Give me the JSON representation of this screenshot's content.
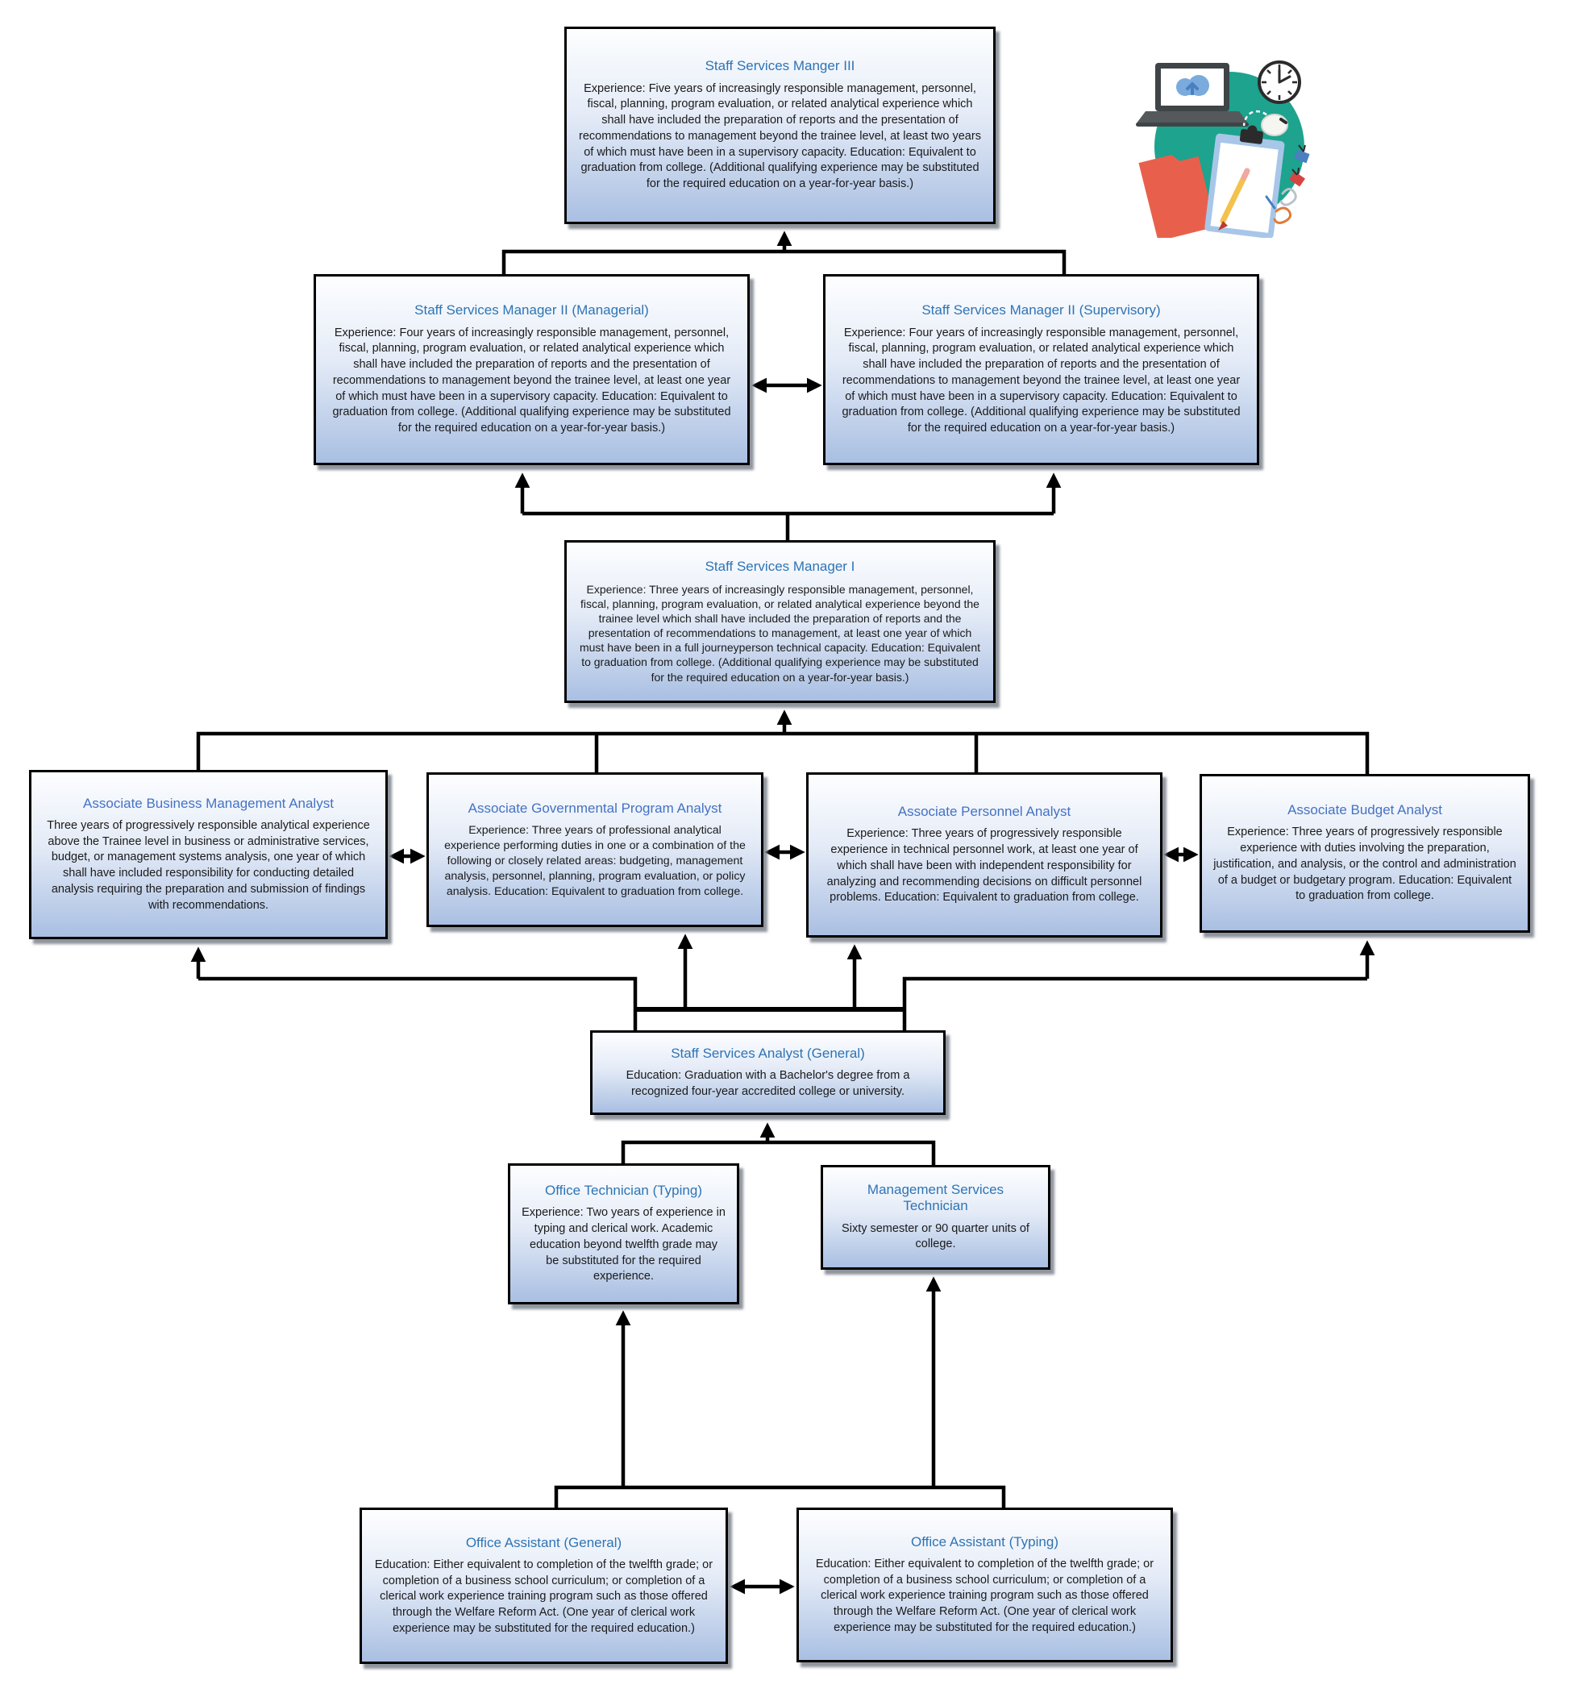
{
  "page": {
    "background": "#ffffff",
    "type": "career-ladder-flowchart"
  },
  "colors": {
    "box_border": "#000000",
    "box_gradient_top": "#fdfeff",
    "box_gradient_bottom": "#a9bfe2",
    "title_blue": "#2E74B5",
    "title_blue_assoc": "#4472C4",
    "body_text": "#1a1a1a",
    "connector": "#000000",
    "illustration_teal": "#1DA38E",
    "folder_orange": "#E8604C"
  },
  "nodes": {
    "ssm3": {
      "title": "Staff Services Manger III",
      "body": "Experience: Five years of increasingly responsible management, personnel, fiscal, planning, program evaluation, or related analytical experience which shall have included the preparation of reports and the presentation of recommendations to management beyond the trainee level, at least two years of which must have been in a supervisory capacity.  Education: Equivalent to graduation from college. (Additional qualifying experience may be substituted for the required education on a year-for-year basis.)"
    },
    "ssm2_managerial": {
      "title": "Staff Services Manager II (Managerial)",
      "body": "Experience: Four years of increasingly responsible management, personnel, fiscal, planning, program evaluation, or related analytical experience which shall have included the preparation of reports and the presentation of recommendations to management beyond the trainee level, at least one year of which must have been in a supervisory capacity. Education: Equivalent to graduation from college. (Additional qualifying experience may be substituted for the required education on a year-for-year basis.)"
    },
    "ssm2_supervisory": {
      "title": "Staff Services Manager II (Supervisory)",
      "body": "Experience: Four years of increasingly responsible management, personnel, fiscal, planning, program evaluation, or related analytical experience which shall have included the preparation of reports and the presentation of recommendations to management beyond the trainee level, at least one year of which must have been in a supervisory capacity. Education: Equivalent to graduation from college. (Additional qualifying experience may be substituted for the required education on a year-for-year basis.)"
    },
    "ssm1": {
      "title": "Staff Services Manager I",
      "body": "Experience: Three years of increasingly responsible management, personnel, fiscal, planning, program evaluation, or related analytical experience beyond the trainee level which shall have included the preparation of reports and the presentation of recommendations to management, at least one year of which must have been in a full journeyperson technical capacity.  Education: Equivalent to graduation from college. (Additional qualifying experience may be substituted for the required education on a year-for-year basis.)"
    },
    "assoc_business_mgmt": {
      "title": "Associate Business Management Analyst",
      "body": "Three years of progressively responsible analytical experience above the Trainee level in business or administrative services, budget, or management systems analysis, one year of which shall have included responsibility for conducting detailed analysis requiring the preparation and submission of findings with recommendations."
    },
    "assoc_governmental": {
      "title": "Associate Governmental Program Analyst",
      "body": "Experience: Three years of professional analytical experience performing duties in one or a combination of the following or closely related areas: budgeting, management analysis, personnel, planning, program evaluation, or policy analysis. Education: Equivalent to graduation from college."
    },
    "assoc_personnel": {
      "title": "Associate Personnel Analyst",
      "body": "Experience: Three years of progressively responsible experience in technical personnel work, at least one year of which shall have been with independent responsibility for analyzing and recommending decisions on difficult personnel problems. Education: Equivalent to graduation from college."
    },
    "assoc_budget": {
      "title": "Associate Budget Analyst",
      "body": "Experience: Three years of progressively responsible experience with duties involving the preparation, justification, and analysis, or the control and administration of a budget or budgetary program. Education: Equivalent to graduation from college."
    },
    "ssa_general": {
      "title": "Staff Services Analyst (General)",
      "body": "Education: Graduation with a Bachelor's degree from a recognized four-year accredited college or university."
    },
    "office_technician_typing": {
      "title": "Office Technician (Typing)",
      "body": "Experience: Two years of experience in typing and clerical work. Academic education beyond twelfth grade may be substituted for the required experience."
    },
    "mgmt_services_technician": {
      "title": "Management Services Technician",
      "body": "Sixty semester or 90 quarter units of college."
    },
    "oa_general": {
      "title": "Office Assistant (General)",
      "body": "Education: Either equivalent to completion of the twelfth grade; or completion of a business school curriculum; or completion of a clerical work experience training program such as those offered through the Welfare Reform Act. (One year of clerical work experience may be substituted for the required education.)"
    },
    "oa_typing": {
      "title": "Office Assistant (Typing)",
      "body": "Education: Either equivalent to completion of the twelfth grade; or completion of a business school curriculum; or completion of a clerical work experience training program such as those offered through the Welfare Reform Act. (One year of clerical work experience may be substituted for the required education.)"
    }
  },
  "edges": [
    {
      "from": "ssm2_managerial",
      "to": "ssm3",
      "bidirectional": false
    },
    {
      "from": "ssm2_supervisory",
      "to": "ssm3",
      "bidirectional": false
    },
    {
      "from": "ssm2_managerial",
      "to": "ssm2_supervisory",
      "bidirectional": true
    },
    {
      "from": "ssm1",
      "to": "ssm2_managerial",
      "bidirectional": false
    },
    {
      "from": "ssm1",
      "to": "ssm2_supervisory",
      "bidirectional": false
    },
    {
      "from": "assoc_business_mgmt",
      "to": "ssm1",
      "bidirectional": false
    },
    {
      "from": "assoc_governmental",
      "to": "ssm1",
      "bidirectional": false
    },
    {
      "from": "assoc_personnel",
      "to": "ssm1",
      "bidirectional": false
    },
    {
      "from": "assoc_budget",
      "to": "ssm1",
      "bidirectional": false
    },
    {
      "from": "assoc_business_mgmt",
      "to": "assoc_governmental",
      "bidirectional": true
    },
    {
      "from": "assoc_governmental",
      "to": "assoc_personnel",
      "bidirectional": true
    },
    {
      "from": "assoc_personnel",
      "to": "assoc_budget",
      "bidirectional": true
    },
    {
      "from": "ssa_general",
      "to": "assoc_business_mgmt",
      "bidirectional": false
    },
    {
      "from": "ssa_general",
      "to": "assoc_governmental",
      "bidirectional": false
    },
    {
      "from": "ssa_general",
      "to": "assoc_personnel",
      "bidirectional": false
    },
    {
      "from": "ssa_general",
      "to": "assoc_budget",
      "bidirectional": false
    },
    {
      "from": "office_technician_typing",
      "to": "ssa_general",
      "bidirectional": false
    },
    {
      "from": "mgmt_services_technician",
      "to": "ssa_general",
      "bidirectional": false
    },
    {
      "from": "oa_general",
      "to": "office_technician_typing",
      "bidirectional": false
    },
    {
      "from": "oa_general",
      "to": "mgmt_services_technician",
      "bidirectional": false
    },
    {
      "from": "oa_typing",
      "to": "office_technician_typing",
      "bidirectional": false
    },
    {
      "from": "oa_typing",
      "to": "mgmt_services_technician",
      "bidirectional": false
    },
    {
      "from": "oa_general",
      "to": "oa_typing",
      "bidirectional": true
    }
  ],
  "illustration": {
    "items": [
      "laptop",
      "cloud-upload",
      "clock",
      "mouse",
      "clipboard",
      "binder-clip",
      "pencil",
      "folder",
      "paper-clips"
    ]
  }
}
